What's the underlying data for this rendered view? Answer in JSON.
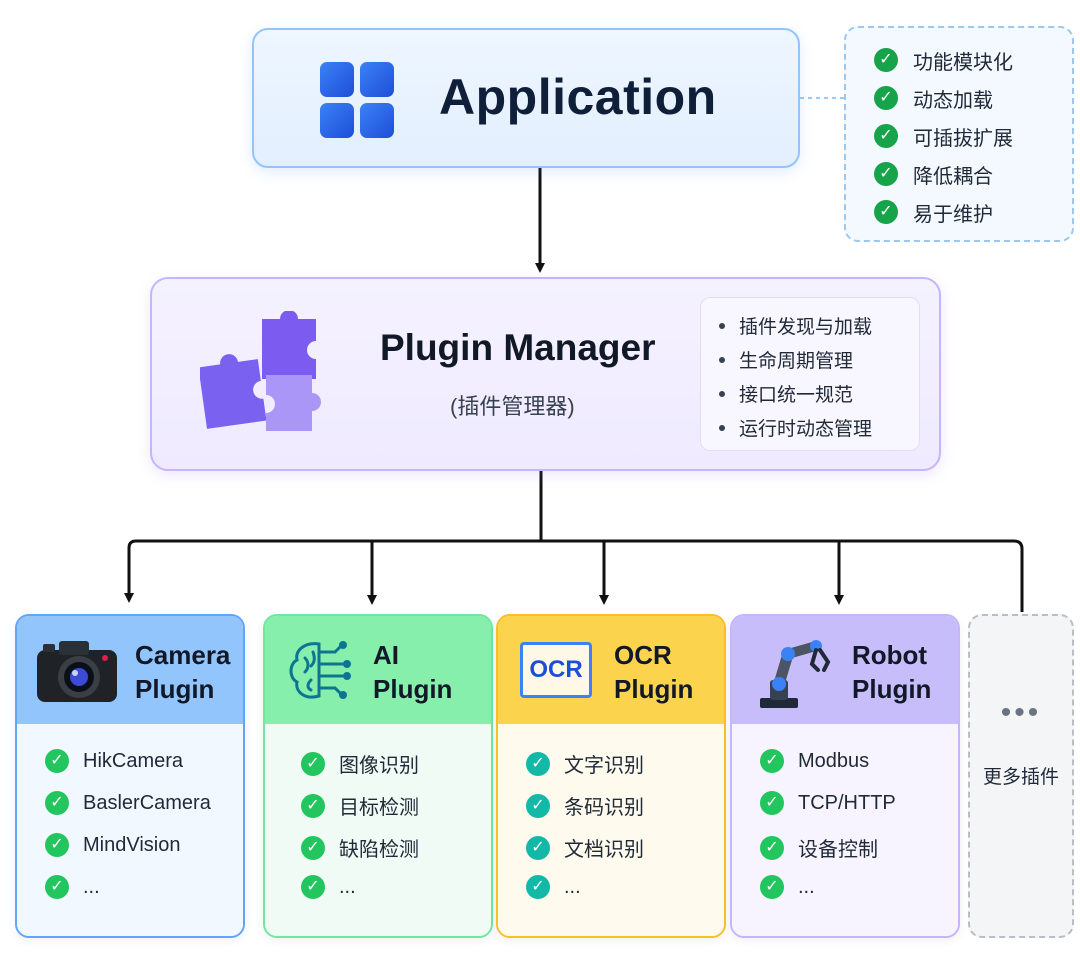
{
  "application": {
    "title": "Application",
    "features": [
      "功能模块化",
      "动态加载",
      "可插拔扩展",
      "降低耦合",
      "易于维护"
    ]
  },
  "plugin_manager": {
    "title": "Plugin Manager",
    "subtitle": "(插件管理器)",
    "bullets": [
      "插件发现与加载",
      "生命周期管理",
      "接口统一规范",
      "运行时动态管理"
    ]
  },
  "plugins": [
    {
      "title_line1": "Camera",
      "title_line2": "Plugin",
      "icon": "camera-icon",
      "accent": "#93c5fd",
      "items": [
        "HikCamera",
        "BaslerCamera",
        "MindVision",
        "..."
      ]
    },
    {
      "title_line1": "AI",
      "title_line2": "Plugin",
      "icon": "brain-circuit-icon",
      "accent": "#86efac",
      "items": [
        "图像识别",
        "目标检测",
        "缺陷检测",
        "..."
      ]
    },
    {
      "title_line1": "OCR",
      "title_line2": "Plugin",
      "icon": "ocr-icon",
      "icon_text": "OCR",
      "accent": "#fcd34d",
      "items": [
        "文字识别",
        "条码识别",
        "文档识别",
        "..."
      ]
    },
    {
      "title_line1": "Robot",
      "title_line2": "Plugin",
      "icon": "robot-arm-icon",
      "accent": "#c7bdfa",
      "items": [
        "Modbus",
        "TCP/HTTP",
        "设备控制",
        "..."
      ]
    }
  ],
  "more": {
    "dots": "•••",
    "label": "更多插件"
  },
  "check_glyph": "✓"
}
